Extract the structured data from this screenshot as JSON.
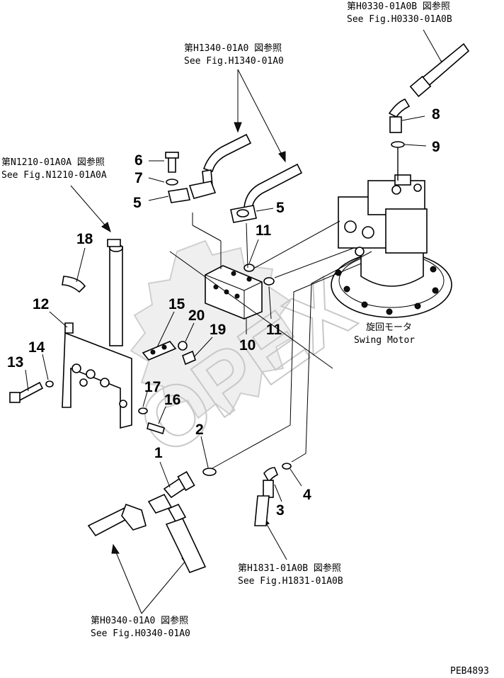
{
  "references": {
    "h0330": [
      "第H0330-01A0B 図参照",
      "See Fig.H0330-01A0B"
    ],
    "h1340": [
      "第H1340-01A0 図参照",
      "See Fig.H1340-01A0"
    ],
    "n1210": [
      "第N1210-01A0A 図参照",
      "See Fig.N1210-01A0A"
    ],
    "h1831": [
      "第H1831-01A0B 図参照",
      "See Fig.H1831-01A0B"
    ],
    "h0340": [
      "第H0340-01A0 図参照",
      "See Fig.H0340-01A0"
    ]
  },
  "motor_label": {
    "jp": "旋回モータ",
    "en": "Swing Motor"
  },
  "part_numbers": [
    "1",
    "2",
    "3",
    "4",
    "5",
    "5",
    "6",
    "7",
    "8",
    "9",
    "10",
    "11",
    "11",
    "12",
    "13",
    "14",
    "15",
    "16",
    "17",
    "18",
    "19",
    "20"
  ],
  "watermark": "OPEX",
  "page_code": "PEB4893"
}
